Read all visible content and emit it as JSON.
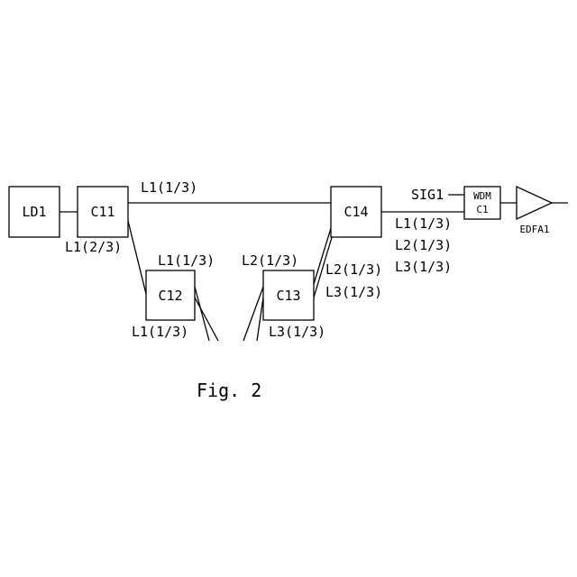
{
  "blocks": {
    "ld1": "LD1",
    "c11": "C11",
    "c12": "C12",
    "c13": "C13",
    "c14": "C14",
    "wdm_top": "WDM",
    "wdm_bottom": "C1",
    "edfa": "EDFA1"
  },
  "labels": {
    "top_path": "L1(1/3)",
    "c11_out": "L1(2/3)",
    "c12_top": "L1(1/3)",
    "c12_bottom": "L1(1/3)",
    "c13_top": "L2(1/3)",
    "c13_bottom": "L3(1/3)",
    "c14_in_l2": "L2(1/3)",
    "c14_in_l3": "L3(1/3)",
    "sig": "SIG1",
    "out_l1": "L1(1/3)",
    "out_l2": "L2(1/3)",
    "out_l3": "L3(1/3)"
  },
  "caption": "Fig. 2"
}
